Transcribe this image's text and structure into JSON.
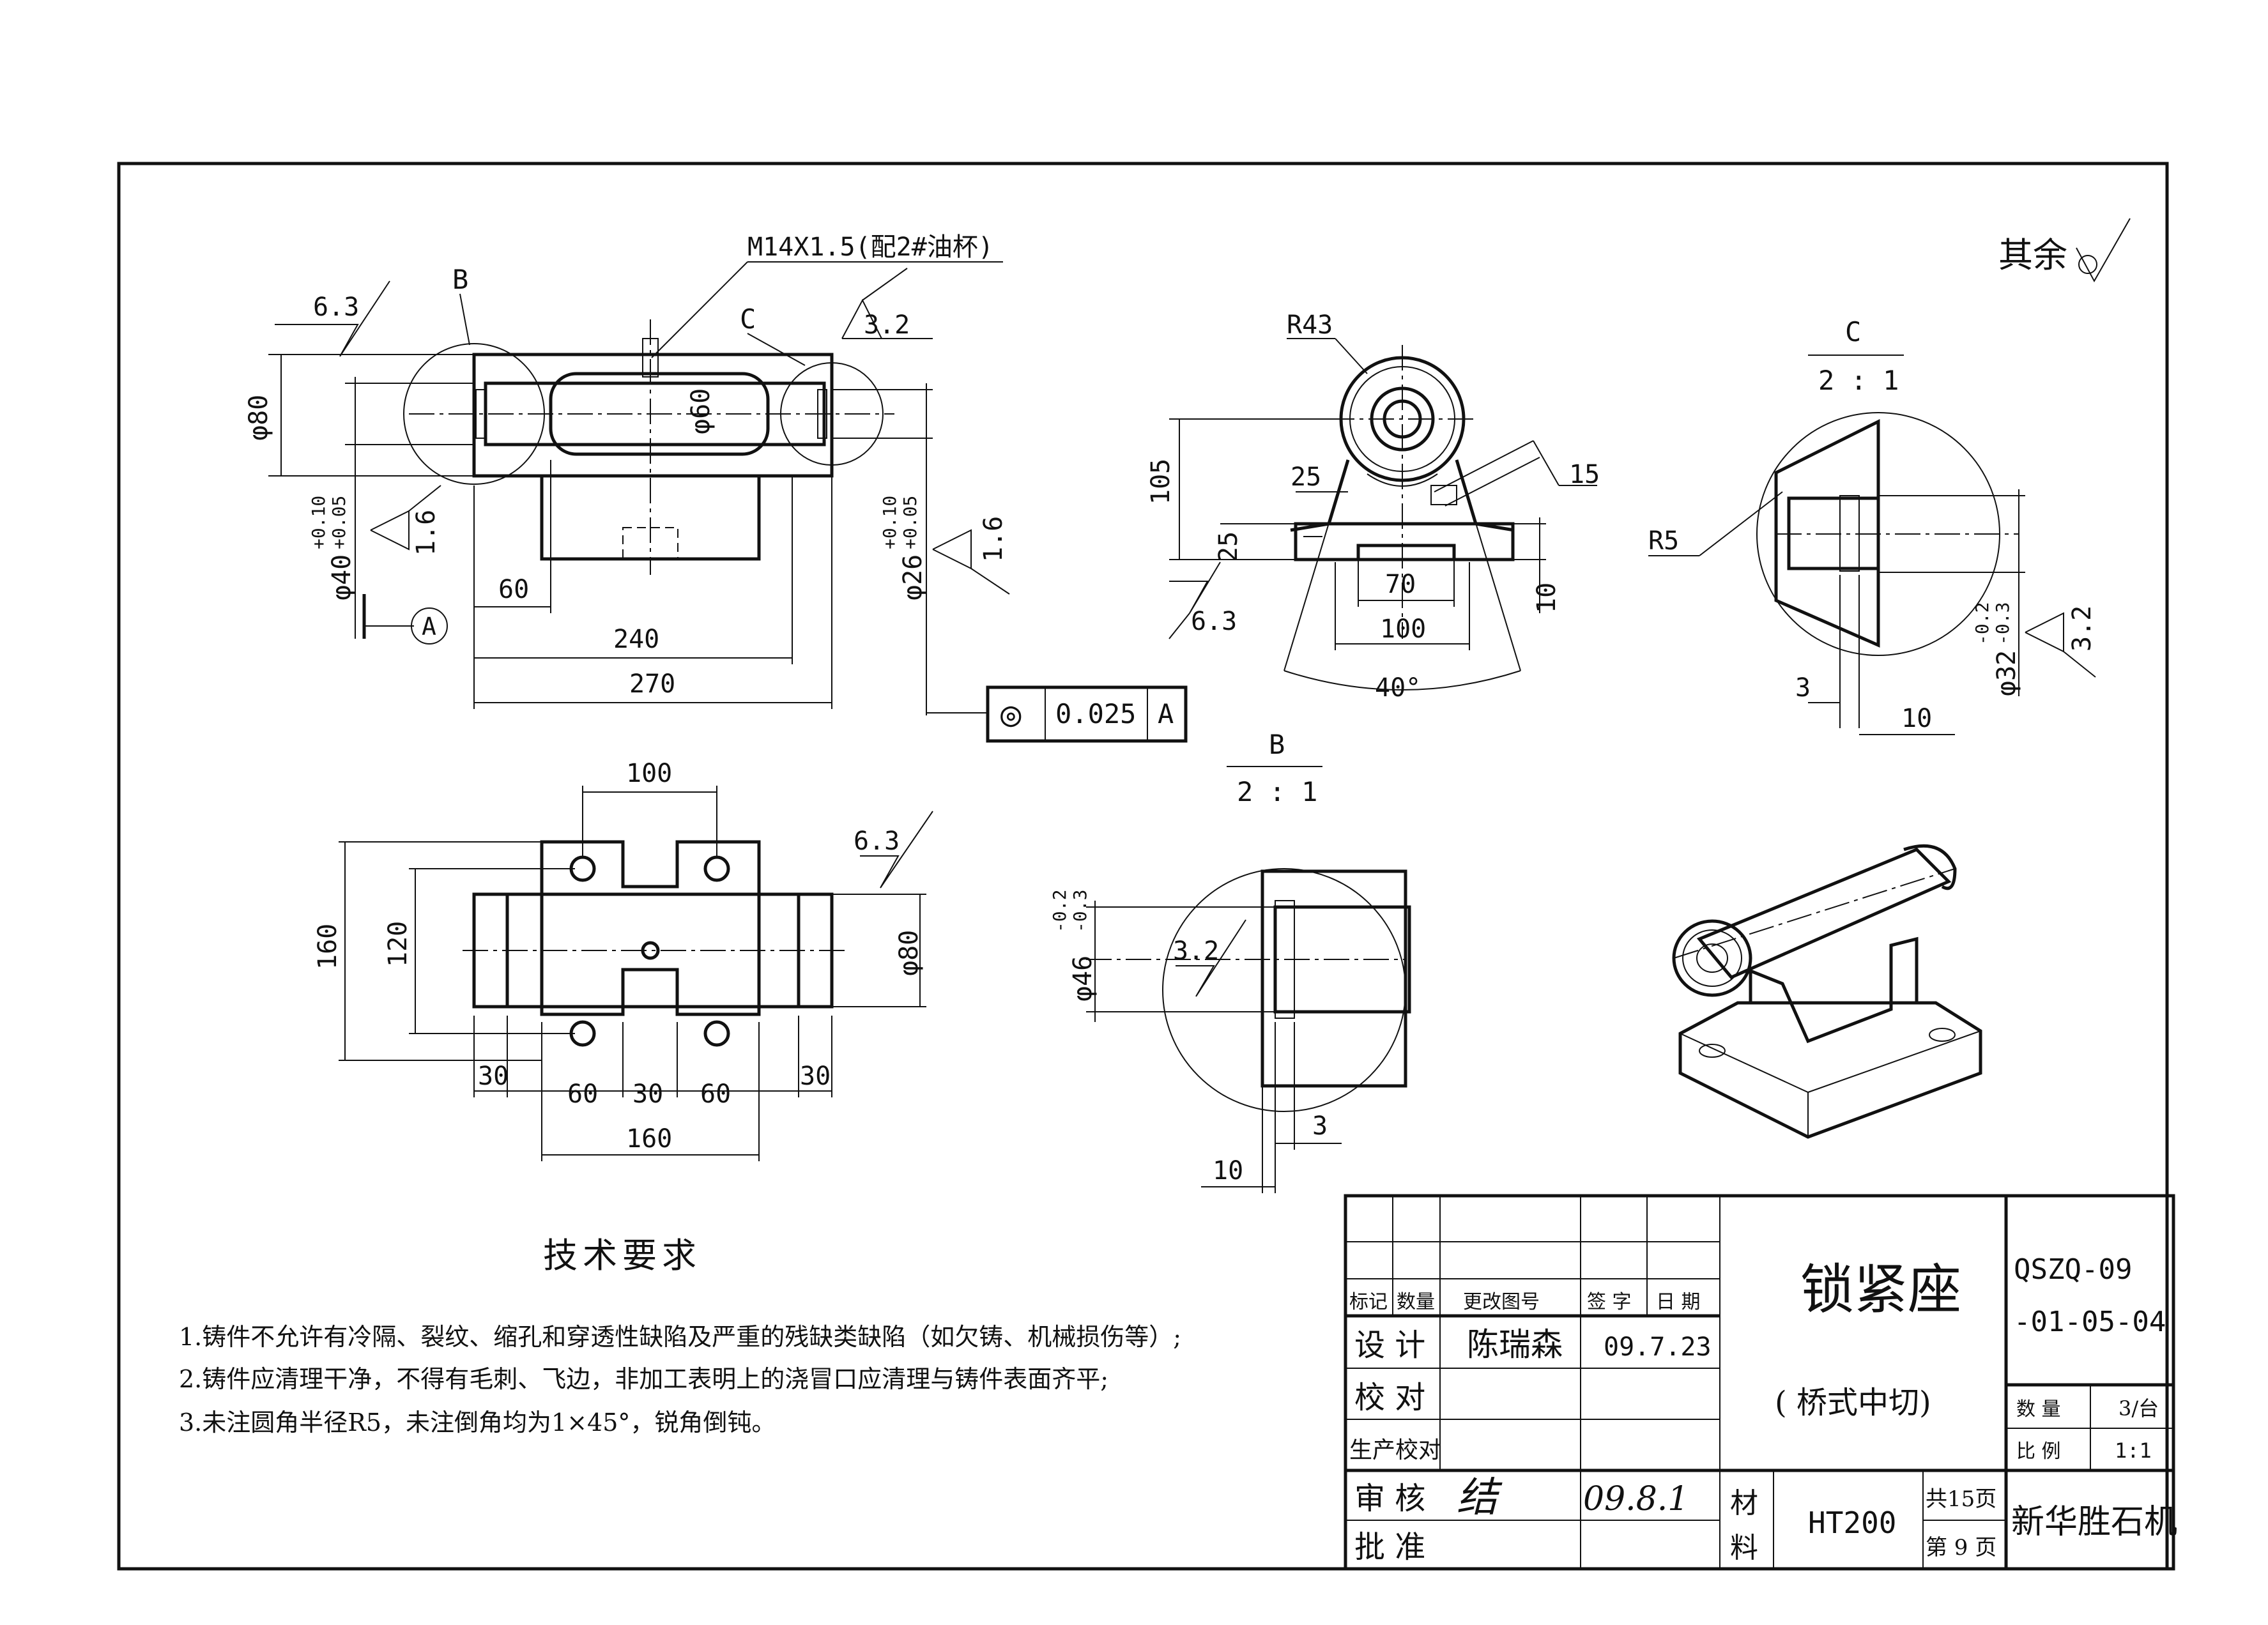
{
  "drawing": {
    "roughness_other": "其余",
    "thread_note": "M14X1.5(配2#油杯)",
    "section_c_label": "C",
    "section_b_label": "B",
    "scale_2to1": "2 : 1",
    "roughness": {
      "r63": "6.3",
      "r32": "3.2",
      "r16": "1.6"
    },
    "front_view": {
      "dia80": "φ80",
      "dia60": "φ60",
      "dia40": "φ40",
      "tol40_upper": "+0.10",
      "tol40_lower": "+0.05",
      "dia26": "φ26",
      "tol26_upper": "+0.10",
      "tol26_lower": "+0.05",
      "d60": "60",
      "d240": "240",
      "d270": "270",
      "datum": "A"
    },
    "tolerance_frame": {
      "symbol": "◎",
      "value": "0.025",
      "datum": "A"
    },
    "side_view": {
      "r43": "R43",
      "d105": "105",
      "d25a": "25",
      "d25b": "25",
      "d15": "15",
      "d70": "70",
      "d100": "100",
      "d10": "10",
      "angle40": "40°"
    },
    "detail_c": {
      "r5": "R5",
      "dia32": "φ32",
      "tol32_upper": "-0.2",
      "tol32_lower": "-0.3",
      "d3": "3",
      "d10": "10"
    },
    "top_view": {
      "d100": "100",
      "d160a": "160",
      "d120": "120",
      "dia80": "φ80",
      "d30a": "30",
      "d60a": "60",
      "d30b": "30",
      "d60b": "60",
      "d30c": "30",
      "d160b": "160"
    },
    "detail_b": {
      "dia46": "φ46",
      "tol46_upper": "-0.2",
      "tol46_lower": "-0.3",
      "d3": "3",
      "d10": "10"
    }
  },
  "notes": {
    "title": "技术要求",
    "items": [
      "1.铸件不允许有冷隔、裂纹、缩孔和穿透性缺陷及严重的残缺类缺陷（如欠铸、机械损伤等）;",
      "2.铸件应清理干净，不得有毛刺、飞边，非加工表明上的浇冒口应清理与铸件表面齐平;",
      "3.未注圆角半径R5，未注倒角均为1×45°，锐角倒钝。"
    ]
  },
  "title_block": {
    "headers": {
      "mark": "标记",
      "qty": "数量",
      "change_no": "更改图号",
      "signature": "签 字",
      "date": "日 期"
    },
    "design_label": "设 计",
    "designer": "陈瑞森",
    "design_date": "09.7.23",
    "check_label": "校 对",
    "prod_check_label": "生产校对",
    "review_label": "审 核",
    "review_sign": "结",
    "review_date": "09.8.1",
    "approve_label": "批 准",
    "part_name": "锁紧座",
    "part_sub": "( 桥式中切)",
    "drawing_no_1": "QSZQ-09",
    "drawing_no_2": "-01-05-04",
    "qty_label": "数 量",
    "qty_value": "3/台",
    "scale_label": "比 例",
    "scale_value": "1:1",
    "material_label_1": "材",
    "material_label_2": "料",
    "material": "HT200",
    "total_pages": "共15页",
    "page": "第 9 页",
    "company": "新华胜石机"
  }
}
